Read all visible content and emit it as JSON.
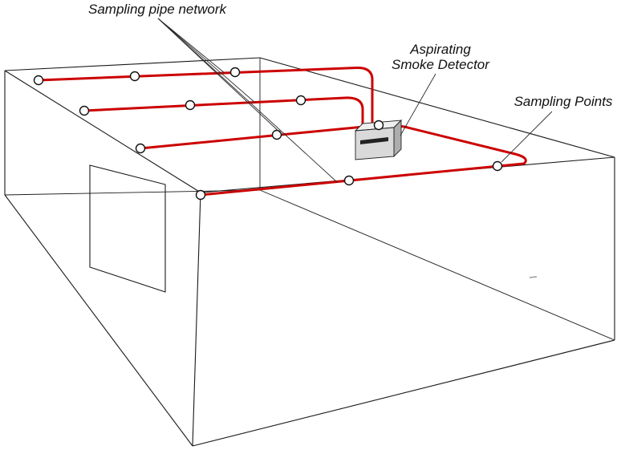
{
  "labels": {
    "pipe_network": "Sampling pipe network",
    "detector_line1": "Aspirating",
    "detector_line2": "Smoke Detector",
    "sampling_points": "Sampling Points"
  },
  "colors": {
    "pipe": "#cc0000",
    "wireframe": "#1a1a1a",
    "label_text": "#111111",
    "detector_front": "#d9d9d9",
    "detector_top": "#efefef",
    "detector_side": "#adadad",
    "detector_slot": "#222222",
    "sampling_point_fill": "#ffffff",
    "background": "#ffffff"
  },
  "counts": {
    "pipe_runs": 4,
    "sampling_points": 12
  }
}
